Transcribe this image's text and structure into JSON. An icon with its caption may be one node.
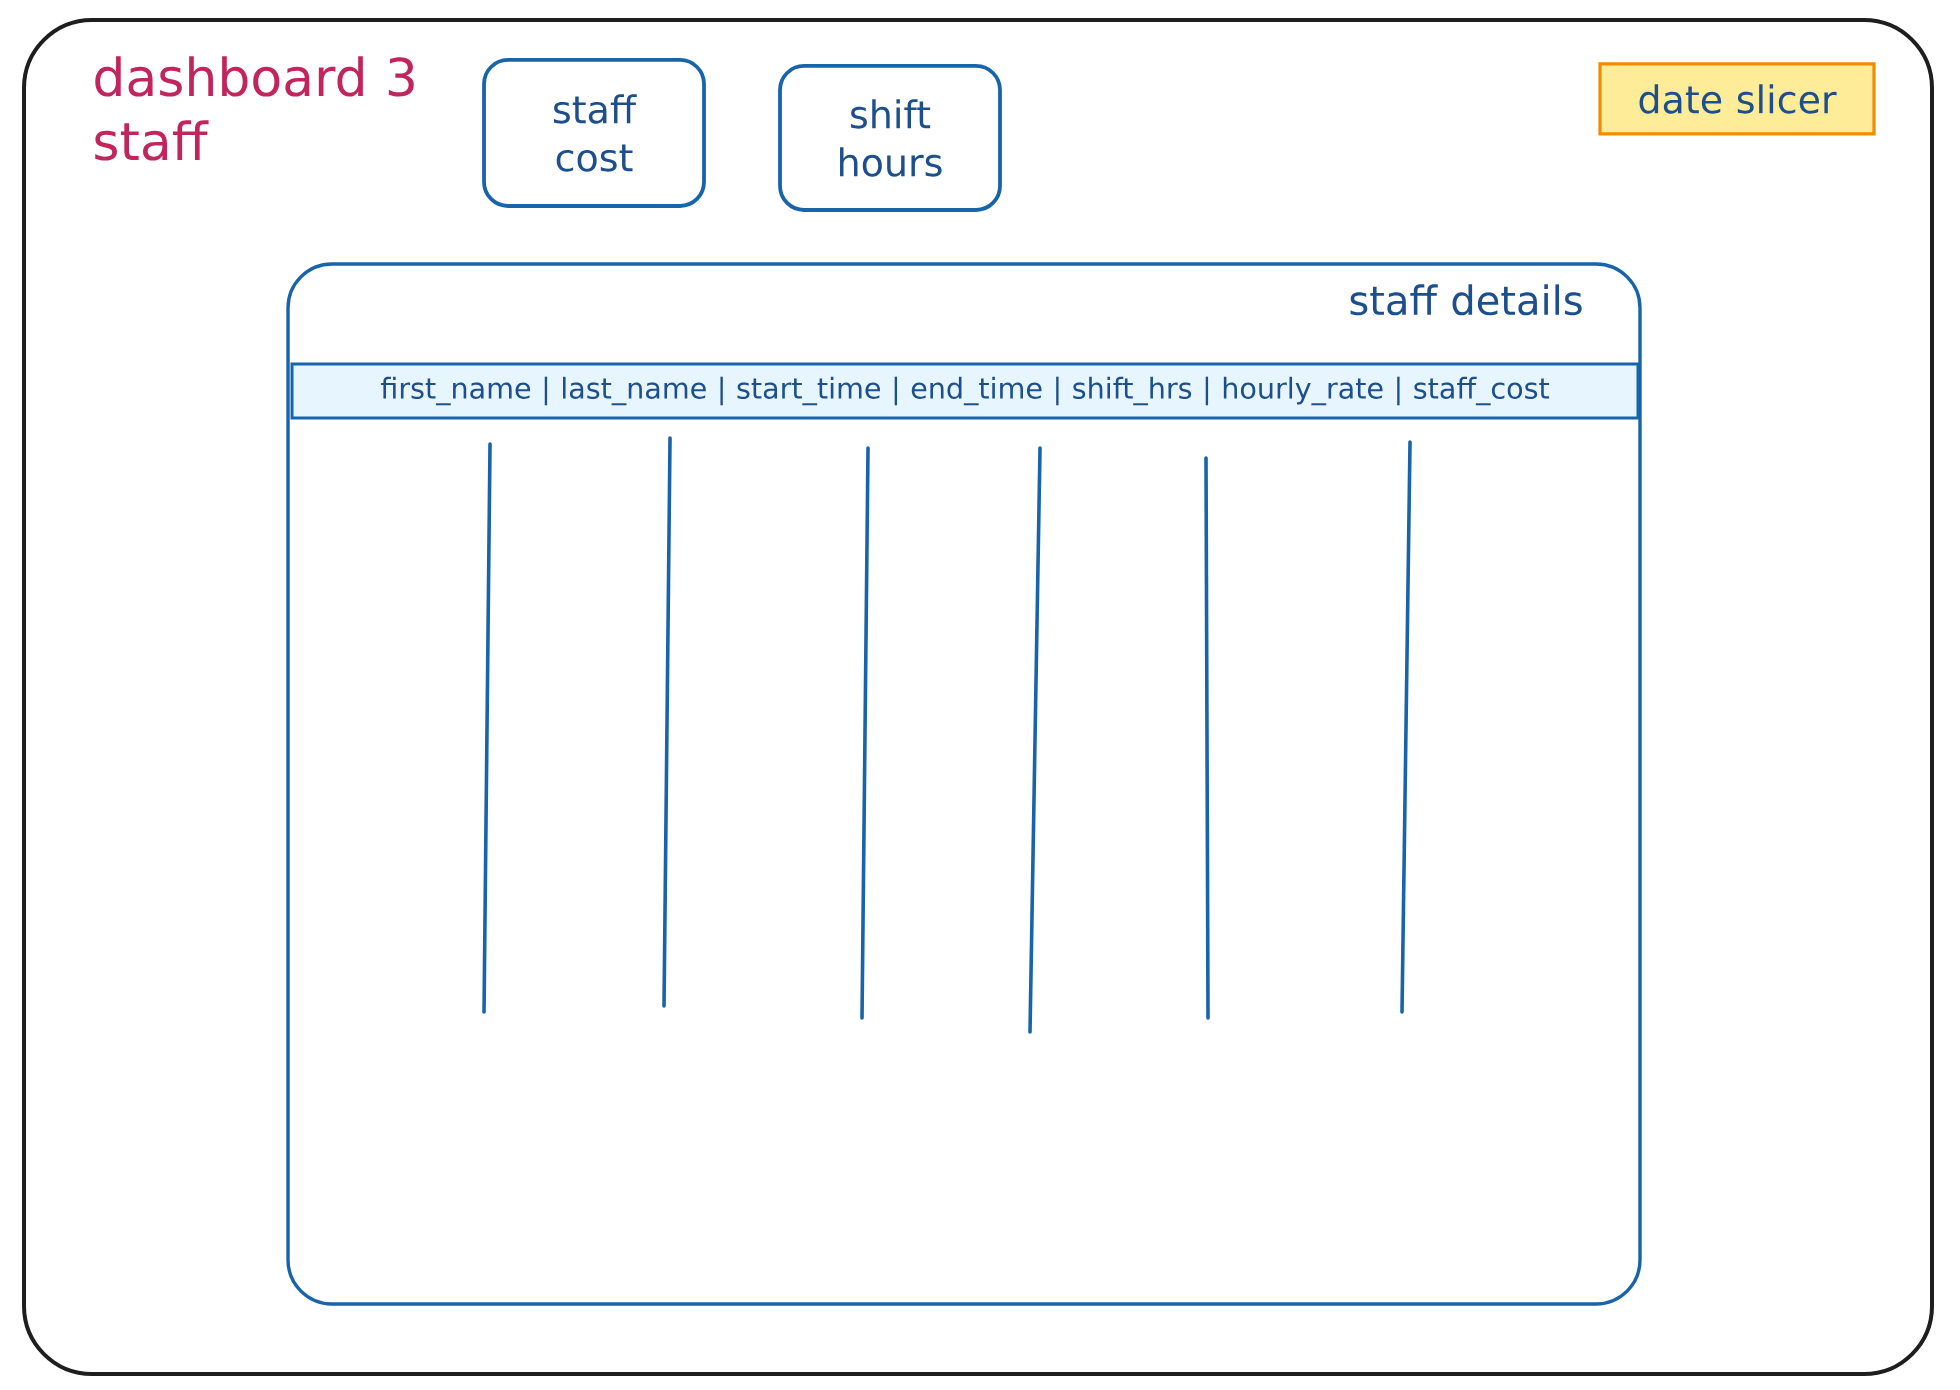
{
  "diagram": {
    "nodes": [
      {
        "text": [
          "dashboard 3 staff"
        ]
      },
      {
        "text": [
          "staff cost"
        ],
        "in": 0
      },
      {
        "text": [
          "shift hours"
        ],
        "in": 0
      },
      {
        "text": [
          "date slicer"
        ],
        "in": 0
      },
      {
        "text": [
          "staff details"
        ],
        "in": 0
      },
      {
        "text": [
          "first_name | last_name | start_time | end_time | shift_hrs | hourly_rate | staff_cost"
        ],
        "in": 4
      }
    ]
  }
}
